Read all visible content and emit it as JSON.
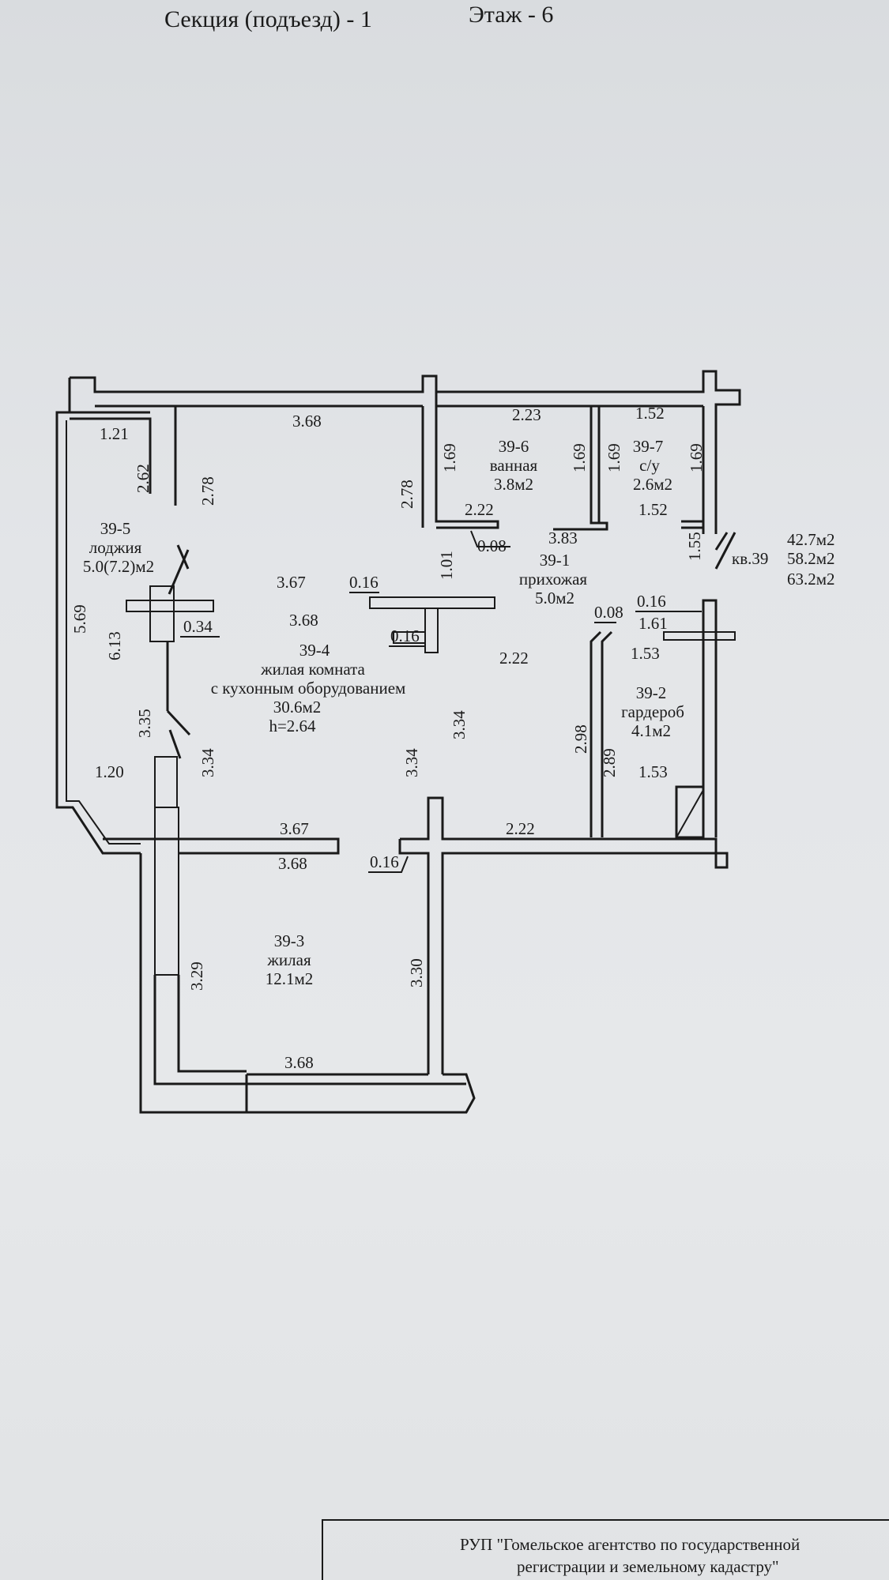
{
  "header": {
    "section": "Секция (подъезд) - 1",
    "floor": "Этаж - 6"
  },
  "apartment": {
    "label": "кв.39",
    "area_living": "42.7м2",
    "area_total": "58.2м2",
    "area_with_loggia": "63.2м2"
  },
  "rooms": {
    "r5": {
      "id": "39-5",
      "name": "лоджия",
      "area": "5.0(7.2)м2"
    },
    "r6": {
      "id": "39-6",
      "name": "ванная",
      "area": "3.8м2"
    },
    "r7": {
      "id": "39-7",
      "name": "с/у",
      "area": "2.6м2"
    },
    "r1": {
      "id": "39-1",
      "name": "прихожая",
      "area": "5.0м2"
    },
    "r4": {
      "id": "39-4",
      "name1": "жилая комната",
      "name2": "с кухонным оборудованием",
      "area": "30.6м2",
      "height": "h=2.64"
    },
    "r2": {
      "id": "39-2",
      "name": "гардероб",
      "area": "4.1м2"
    },
    "r3": {
      "id": "39-3",
      "name": "жилая",
      "area": "12.1м2"
    }
  },
  "dims": {
    "d368a": "3.68",
    "d223": "2.23",
    "d152a": "1.52",
    "d121": "1.21",
    "d262": "2.62",
    "d278a": "2.78",
    "d169a": "1.69",
    "d278b": "2.78",
    "d169b": "1.69",
    "d169c": "1.69",
    "d169d": "1.69",
    "d222a": "2.22",
    "d008a": "0.08",
    "d383": "3.83",
    "d152b": "1.52",
    "d155": "1.55",
    "d101": "1.01",
    "d367a": "3.67",
    "d016a": "0.16",
    "d368b": "3.68",
    "d016b": "0.16",
    "d016c": "0.16",
    "d008b": "0.08",
    "d161": "1.61",
    "d153a": "1.53",
    "d569": "5.69",
    "d613": "6.13",
    "d034": "0.34",
    "d222b": "2.22",
    "d335": "3.35",
    "d334a": "3.34",
    "d334b": "3.34",
    "d334c": "3.34",
    "d298": "2.98",
    "d289": "2.89",
    "d153b": "1.53",
    "d120": "1.20",
    "d367b": "3.67",
    "d222c": "2.22",
    "d368c": "3.68",
    "d016d": "0.16",
    "d329": "3.29",
    "d330": "3.30",
    "d368d": "3.68"
  },
  "footer": {
    "line1": "РУП \"Гомельское агентство по государственной",
    "line2": "регистрации и земельному кадастру\""
  }
}
